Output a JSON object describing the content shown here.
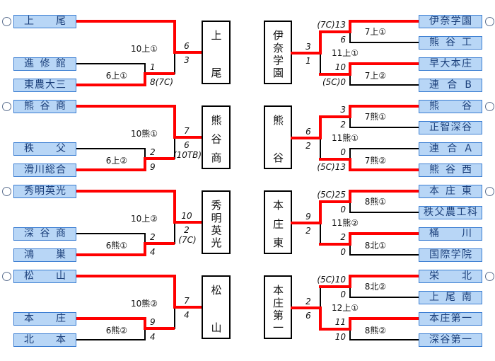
{
  "theme": {
    "win_line_color": "#FF0000",
    "line_color": "#000000",
    "team_fill": "#B8D6F6",
    "team_border": "#3A7DD2",
    "team_text": "#1B3F7A",
    "seed_marker_color": "#5B6F8F"
  },
  "seed_icon": "circle-outline",
  "left_blocks": [
    {
      "champion": "上尾",
      "teams": [
        {
          "name": "上尾",
          "seed": true
        },
        {
          "name": "進修館",
          "seed": false
        },
        {
          "name": "東農大三",
          "seed": false
        }
      ],
      "first_round": {
        "label": "6上①",
        "scores": [
          "1",
          "8(7C)"
        ],
        "winner": 1
      },
      "second_round": {
        "label": "10上①",
        "scores": [
          "6",
          "3"
        ],
        "winner": 0
      }
    },
    {
      "champion": "熊谷商",
      "teams": [
        {
          "name": "熊谷商",
          "seed": true
        },
        {
          "name": "秩父",
          "seed": false
        },
        {
          "name": "滑川総合",
          "seed": false
        }
      ],
      "first_round": {
        "label": "6上②",
        "scores": [
          "2",
          "9"
        ],
        "winner": 1
      },
      "second_round": {
        "label": "10熊①",
        "scores": [
          "7",
          "6"
        ],
        "note": "(10TB)",
        "winner": 0
      }
    },
    {
      "champion": "秀明英光",
      "teams": [
        {
          "name": "秀明英光",
          "seed": true
        },
        {
          "name": "深谷商",
          "seed": false
        },
        {
          "name": "鴻巣",
          "seed": false
        }
      ],
      "first_round": {
        "label": "6熊①",
        "scores": [
          "2",
          "4"
        ],
        "winner": 1
      },
      "second_round": {
        "label": "10上②",
        "scores": [
          "10",
          "2"
        ],
        "note": "(7C)",
        "winner": 0
      }
    },
    {
      "champion": "松山",
      "teams": [
        {
          "name": "松山",
          "seed": true
        },
        {
          "name": "本庄",
          "seed": false
        },
        {
          "name": "北本",
          "seed": false
        }
      ],
      "first_round": {
        "label": "6熊②",
        "scores": [
          "9",
          "4"
        ],
        "winner": 0
      },
      "second_round": {
        "label": "10熊②",
        "scores": [
          "7",
          "4"
        ],
        "winner": 0
      }
    }
  ],
  "right_blocks": [
    {
      "champion": "伊奈学園",
      "teams": [
        {
          "name": "伊奈学園",
          "seed": true
        },
        {
          "name": "熊谷工",
          "seed": false
        },
        {
          "name": "早大本庄",
          "seed": false
        },
        {
          "name": "連合B",
          "seed": false
        }
      ],
      "upper_match": {
        "label": "7上①",
        "scores": [
          "(7C)13",
          "6"
        ],
        "winner": 0
      },
      "lower_match": {
        "label": "7上②",
        "scores": [
          "10",
          "(5C)0"
        ],
        "winner": 0
      },
      "final": {
        "label": "11上①",
        "scores": [
          "3",
          "1"
        ],
        "winner": 0
      }
    },
    {
      "champion": "熊谷",
      "teams": [
        {
          "name": "熊谷",
          "seed": true
        },
        {
          "name": "正智深谷",
          "seed": false
        },
        {
          "name": "連合A",
          "seed": false
        },
        {
          "name": "熊谷西",
          "seed": false
        }
      ],
      "upper_match": {
        "label": "7熊①",
        "scores": [
          "3",
          "2"
        ],
        "winner": 0
      },
      "lower_match": {
        "label": "7熊②",
        "scores": [
          "0",
          "(5C)13"
        ],
        "winner": 1
      },
      "final": {
        "label": "11熊①",
        "scores": [
          "6",
          "2"
        ],
        "winner": 0
      }
    },
    {
      "champion": "本庄東",
      "teams": [
        {
          "name": "本庄東",
          "seed": true
        },
        {
          "name": "秩父農工科",
          "seed": false
        },
        {
          "name": "桶川",
          "seed": false
        },
        {
          "name": "国際学院",
          "seed": false
        }
      ],
      "upper_match": {
        "label": "8熊①",
        "scores": [
          "(5C)25",
          "0"
        ],
        "winner": 0
      },
      "lower_match": {
        "label": "8北①",
        "scores": [
          "2",
          "0"
        ],
        "winner": 0
      },
      "final": {
        "label": "11熊②",
        "scores": [
          "9",
          "2"
        ],
        "winner": 0
      }
    },
    {
      "champion": "本庄第一",
      "teams": [
        {
          "name": "栄北",
          "seed": true
        },
        {
          "name": "上尾南",
          "seed": false
        },
        {
          "name": "本庄第一",
          "seed": false
        },
        {
          "name": "深谷第一",
          "seed": false
        }
      ],
      "upper_match": {
        "label": "8北②",
        "scores": [
          "(5C)10",
          "0"
        ],
        "winner": 0
      },
      "lower_match": {
        "label": "8熊②",
        "scores": [
          "11",
          "10"
        ],
        "winner": 0
      },
      "final": {
        "label": "12上①",
        "scores": [
          "2",
          "6"
        ],
        "winner": 1
      }
    }
  ]
}
